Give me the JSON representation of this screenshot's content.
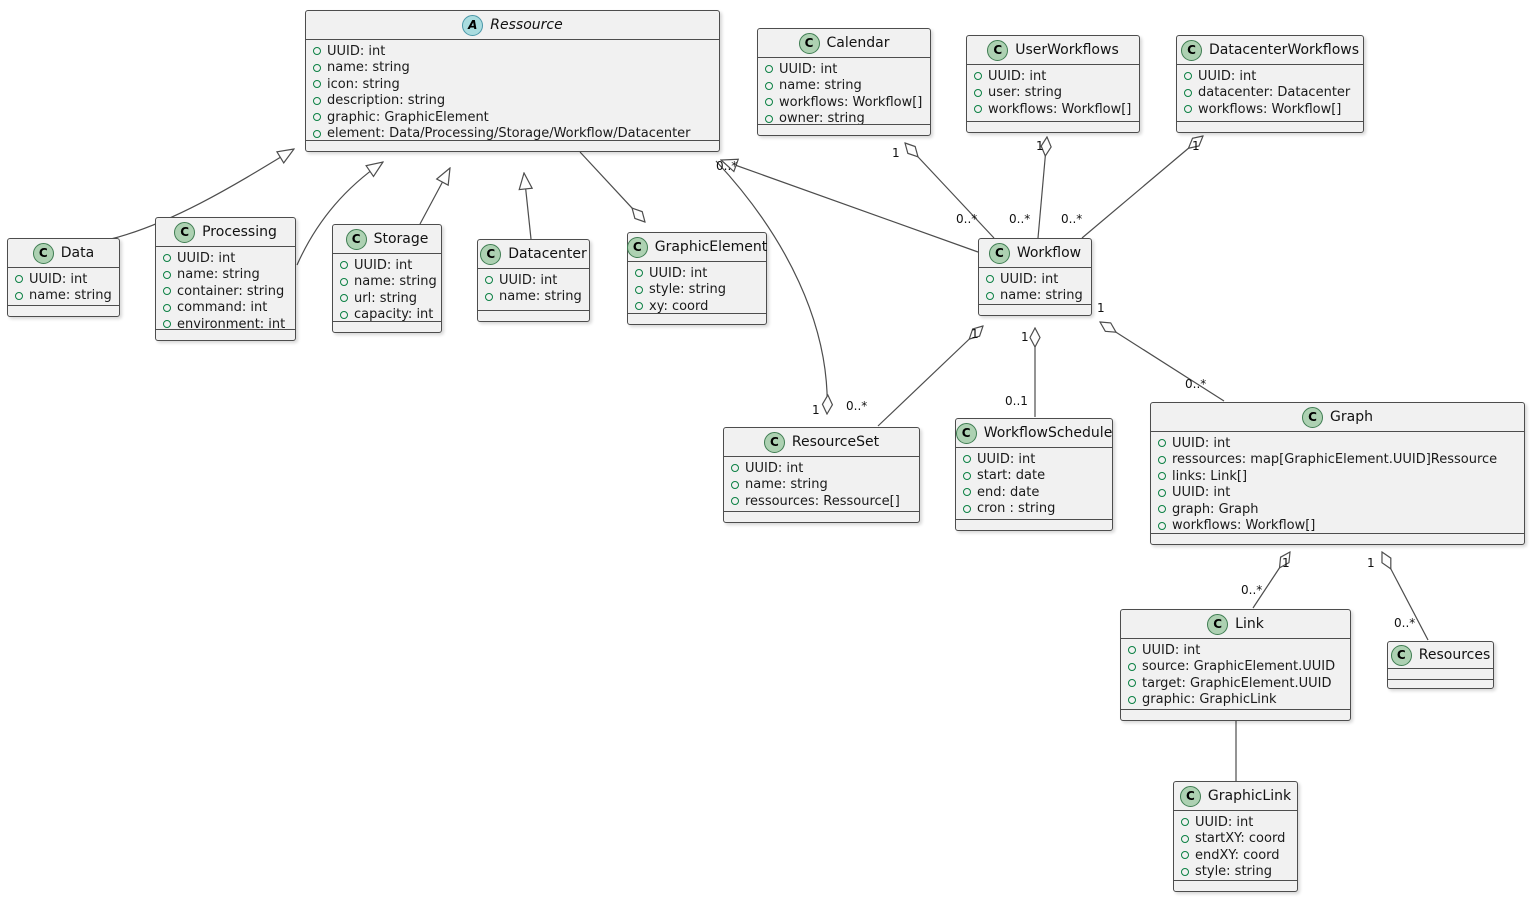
{
  "diagram_title": "",
  "classes": [
    {
      "id": "ressource",
      "kind": "A",
      "name": "Ressource",
      "fields": [
        "UUID: int",
        "name: string",
        "icon: string",
        "description: string",
        "graphic: GraphicElement",
        "element: Data/Processing/Storage/Workflow/Datacenter"
      ]
    },
    {
      "id": "calendar",
      "kind": "C",
      "name": "Calendar",
      "fields": [
        "UUID: int",
        "name: string",
        "workflows: Workflow[]",
        "owner: string"
      ]
    },
    {
      "id": "userworkflows",
      "kind": "C",
      "name": "UserWorkflows",
      "fields": [
        "UUID: int",
        "user: string",
        "workflows: Workflow[]"
      ]
    },
    {
      "id": "datacenterworkflows",
      "kind": "C",
      "name": "DatacenterWorkflows",
      "fields": [
        "UUID: int",
        "datacenter: Datacenter",
        "workflows: Workflow[]"
      ]
    },
    {
      "id": "data",
      "kind": "C",
      "name": "Data",
      "fields": [
        "UUID: int",
        "name: string"
      ]
    },
    {
      "id": "processing",
      "kind": "C",
      "name": "Processing",
      "fields": [
        "UUID: int",
        "name: string",
        "container: string",
        "command: int",
        "environment: int"
      ]
    },
    {
      "id": "storage",
      "kind": "C",
      "name": "Storage",
      "fields": [
        "UUID: int",
        "name: string",
        "url: string",
        "capacity: int"
      ]
    },
    {
      "id": "datacenter",
      "kind": "C",
      "name": "Datacenter",
      "fields": [
        "UUID: int",
        "name: string"
      ]
    },
    {
      "id": "graphicelement",
      "kind": "C",
      "name": "GraphicElement",
      "fields": [
        "UUID: int",
        "style: string",
        "xy: coord"
      ]
    },
    {
      "id": "workflow",
      "kind": "C",
      "name": "Workflow",
      "fields": [
        "UUID: int",
        "name: string"
      ]
    },
    {
      "id": "resourceset",
      "kind": "C",
      "name": "ResourceSet",
      "fields": [
        "UUID: int",
        "name: string",
        "ressources: Ressource[]"
      ]
    },
    {
      "id": "workflowschedule",
      "kind": "C",
      "name": "WorkflowSchedule",
      "fields": [
        "UUID: int",
        "start: date",
        "end: date",
        "cron : string"
      ]
    },
    {
      "id": "graph",
      "kind": "C",
      "name": "Graph",
      "fields": [
        "UUID: int",
        "ressources: map[GraphicElement.UUID]Ressource",
        "links: Link[]",
        "UUID: int",
        "graph: Graph",
        "workflows: Workflow[]"
      ]
    },
    {
      "id": "link",
      "kind": "C",
      "name": "Link",
      "fields": [
        "UUID: int",
        "source: GraphicElement.UUID",
        "target: GraphicElement.UUID",
        "graphic: GraphicLink"
      ]
    },
    {
      "id": "resources",
      "kind": "C",
      "name": "Resources",
      "fields": []
    },
    {
      "id": "graphiclink",
      "kind": "C",
      "name": "GraphicLink",
      "fields": [
        "UUID: int",
        "startXY: coord",
        "endXY: coord",
        "style: string"
      ]
    }
  ],
  "labels": [
    {
      "text": "0..*"
    },
    {
      "text": "1"
    },
    {
      "text": "0..*"
    },
    {
      "text": "1"
    },
    {
      "text": "1"
    },
    {
      "text": "0..1"
    },
    {
      "text": "1"
    },
    {
      "text": "0..*"
    },
    {
      "text": "1"
    },
    {
      "text": "0..*"
    },
    {
      "text": "1"
    },
    {
      "text": "0..*"
    },
    {
      "text": "1"
    },
    {
      "text": "0..*"
    },
    {
      "text": "1"
    },
    {
      "text": "0..*"
    },
    {
      "text": "1"
    },
    {
      "text": "0..*"
    }
  ],
  "colors": {
    "box_fill": "#F1F1F1",
    "box_border": "#4D4D4D",
    "class_badge": "#ADD1B2",
    "abstract_badge": "#A9DCDF",
    "visibility_icon": "#0B8043",
    "edge": "#4D4D4D"
  }
}
